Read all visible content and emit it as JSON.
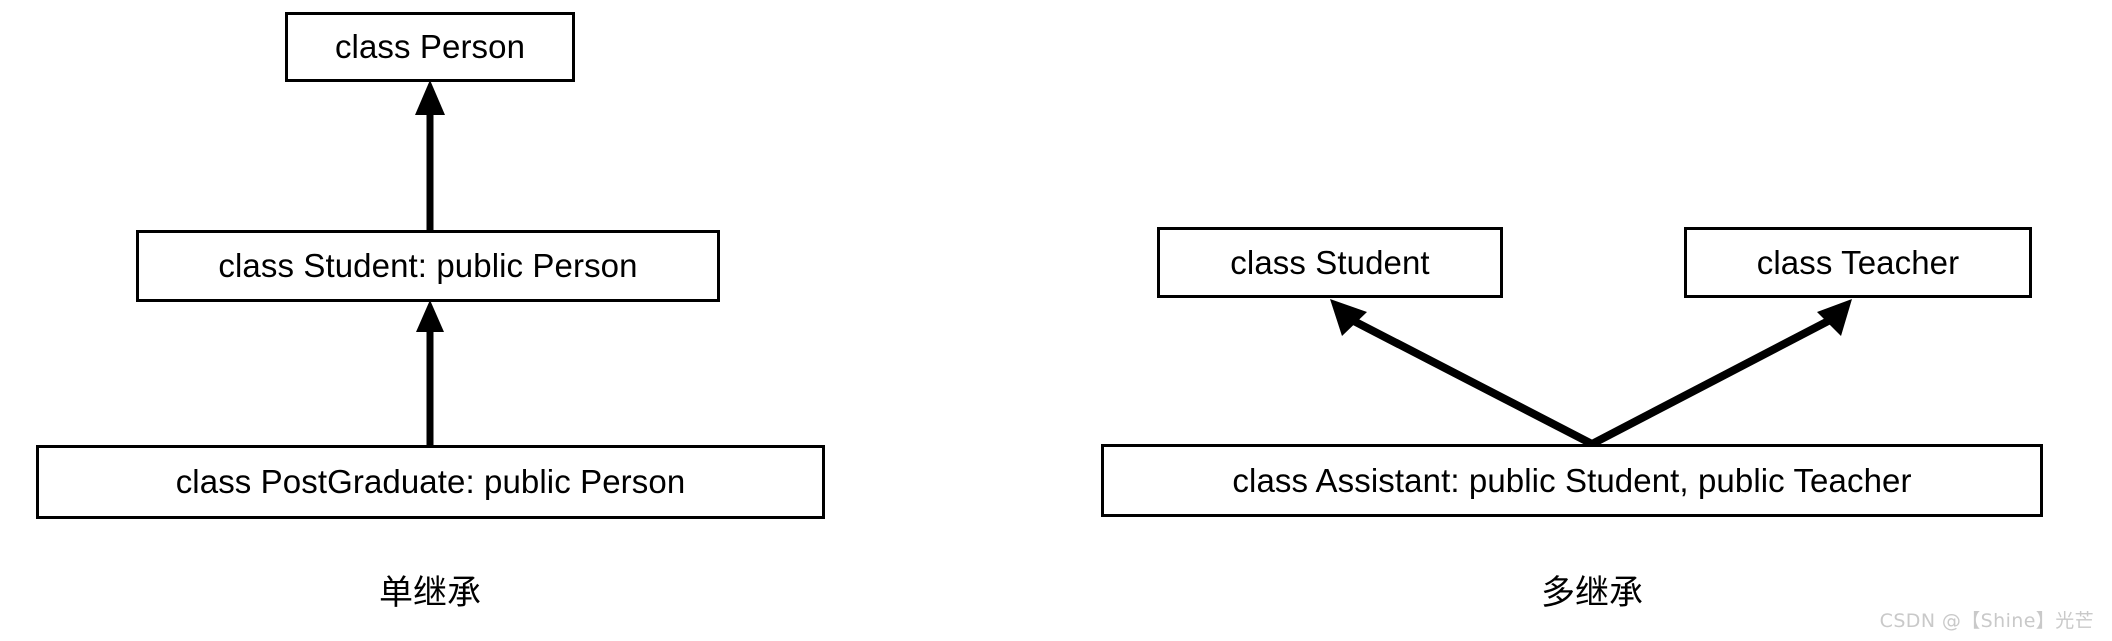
{
  "diagram": {
    "type": "uml-inheritance",
    "background_color": "#ffffff",
    "line_color": "#000000",
    "panels": [
      {
        "id": "single-inheritance",
        "caption": "单继承",
        "boxes": [
          {
            "id": "person",
            "label": "class Person"
          },
          {
            "id": "student",
            "label": "class Student: public Person"
          },
          {
            "id": "postgraduate",
            "label": "class PostGraduate: public Person"
          }
        ],
        "arrows": [
          {
            "from": "student",
            "to": "person",
            "style": "solid-filled-triangle"
          },
          {
            "from": "postgraduate",
            "to": "student",
            "style": "solid-filled-triangle"
          }
        ]
      },
      {
        "id": "multiple-inheritance",
        "caption": "多继承",
        "boxes": [
          {
            "id": "student",
            "label": "class Student"
          },
          {
            "id": "teacher",
            "label": "class Teacher"
          },
          {
            "id": "assistant",
            "label": "class Assistant: public Student, public Teacher"
          }
        ],
        "arrows": [
          {
            "from": "assistant",
            "to": "student",
            "style": "solid-filled-triangle"
          },
          {
            "from": "assistant",
            "to": "teacher",
            "style": "solid-filled-triangle"
          }
        ]
      }
    ]
  },
  "watermark": {
    "text": "CSDN @【Shine】光芒",
    "color": "#c9c9c9"
  }
}
